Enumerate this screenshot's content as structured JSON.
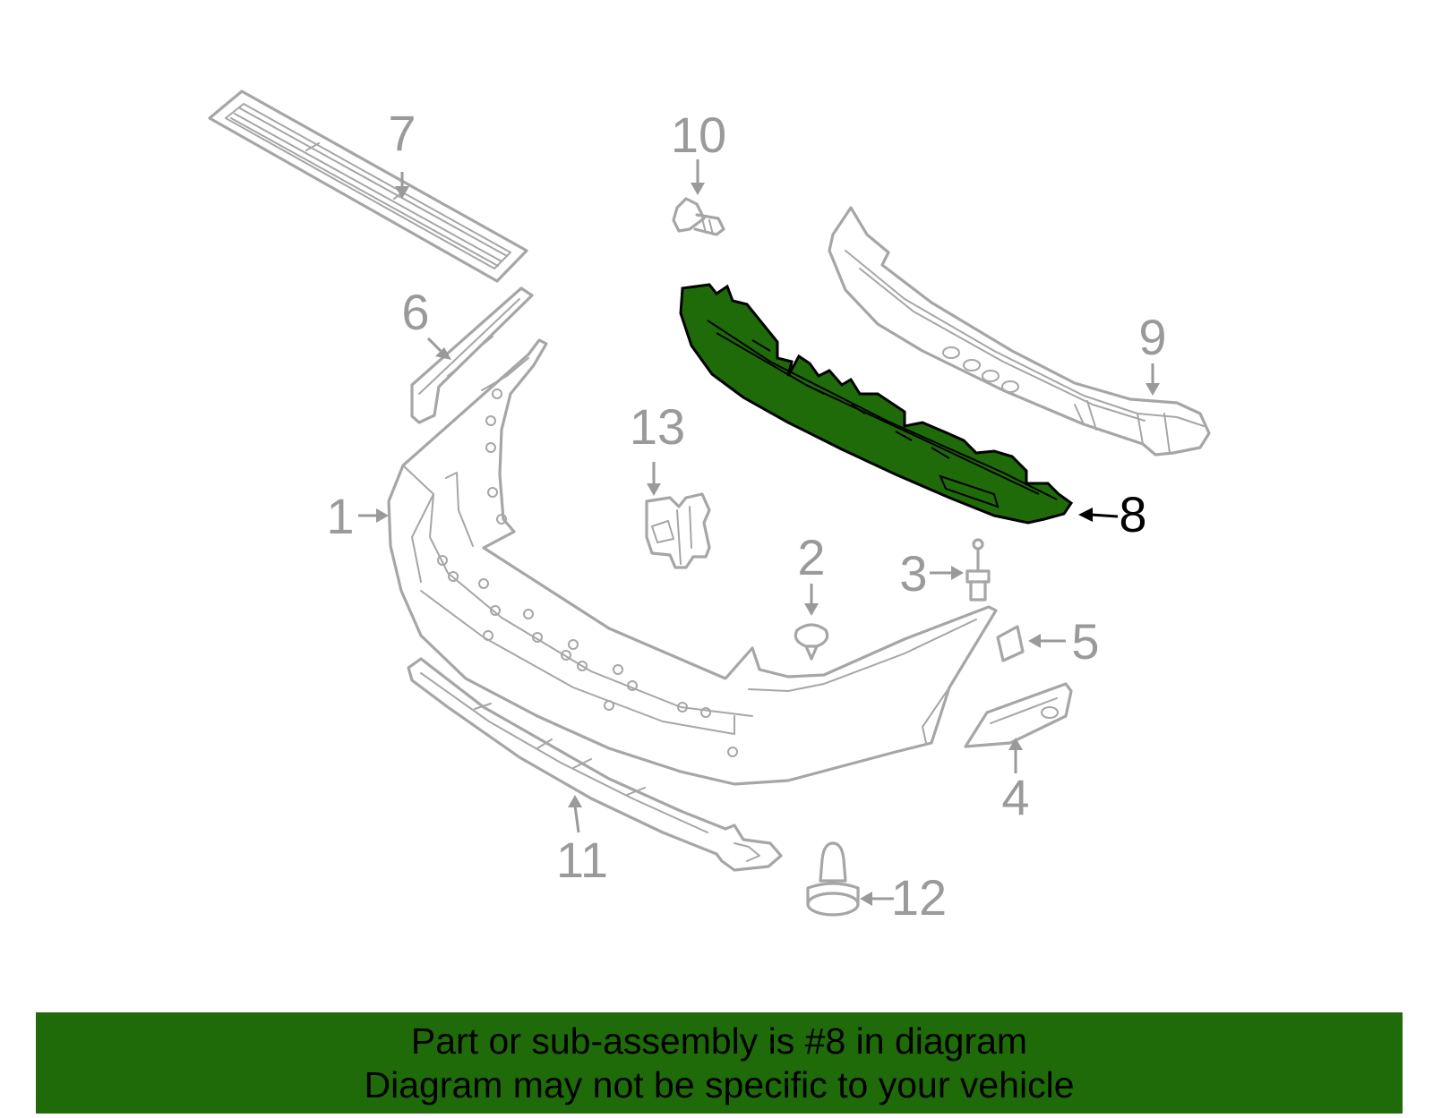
{
  "callouts": {
    "c1": "1",
    "c2": "2",
    "c3": "3",
    "c4": "4",
    "c5": "5",
    "c6": "6",
    "c7": "7",
    "c8": "8",
    "c9": "9",
    "c10": "10",
    "c11": "11",
    "c12": "12",
    "c13": "13"
  },
  "highlighted_part": "8",
  "colors": {
    "highlight_fill": "#1f6b0a",
    "banner_bg": "#1f6b0a",
    "part_stroke": "#a6a6a6",
    "callout_text": "#9a9a9a",
    "highlight_text": "#000000"
  },
  "banner": {
    "line1": "Part or sub-assembly is #8 in diagram",
    "line2": "Diagram may not be specific to your vehicle"
  }
}
